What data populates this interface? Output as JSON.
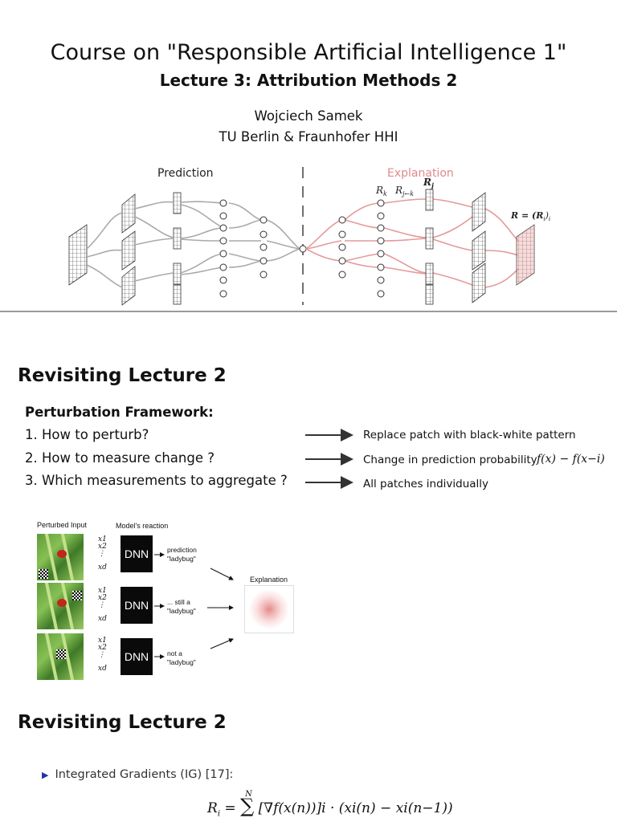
{
  "header": {
    "title": "Course on \"Responsible Artificial Intelligence 1\"",
    "lecture": "Lecture 3: Attribution Methods 2",
    "author": "Wojciech Samek",
    "affiliation": "TU Berlin & Fraunhofer HHI"
  },
  "lrp_diagram": {
    "prediction_label": "Prediction",
    "explanation_label": "Explanation",
    "label_rk": "R",
    "label_rk_sub": "k",
    "label_rjk": "R",
    "label_rjk_sub": "j←k",
    "label_rj": "R",
    "label_rj_sub": "j",
    "label_r_vector": "R = (R",
    "label_r_vector_sub": "i",
    "label_r_vector_end": ")",
    "label_r_vector_sub2": "i",
    "accent_color": "#e08080"
  },
  "slide1": {
    "heading": "Revisiting Lecture 2",
    "framework_title": "Perturbation Framework:",
    "questions": [
      "1. How to perturb?",
      "2. How to measure change ?",
      "3. Which measurements to aggregate ?"
    ],
    "answers": [
      "Replace patch with black-white pattern",
      "Change in prediction probability",
      "All patches individually"
    ],
    "answer_formula": "f(x) − f(x−i)",
    "figure": {
      "perturbed_input_label": "Perturbed Input",
      "reaction_label": "Model's reaction",
      "explanation_label": "Explanation",
      "dnn_label": "DNN",
      "inputs": [
        "x1",
        "x2",
        "⋮",
        "xd"
      ],
      "reactions": [
        [
          "prediction",
          "\"ladybug\""
        ],
        [
          "... still a",
          "\"ladybug\""
        ],
        [
          "not a",
          "\"ladybug\""
        ]
      ]
    }
  },
  "slide2": {
    "heading": "Revisiting Lecture 2",
    "bullet": "Integrated Gradients (IG) [17]:",
    "formula_lhs": "R",
    "formula_lhs_sub": "i",
    "formula_sum_top": "N",
    "formula_body": "[∇f(x(n))]i · (xi(n) − xi(n−1))"
  }
}
